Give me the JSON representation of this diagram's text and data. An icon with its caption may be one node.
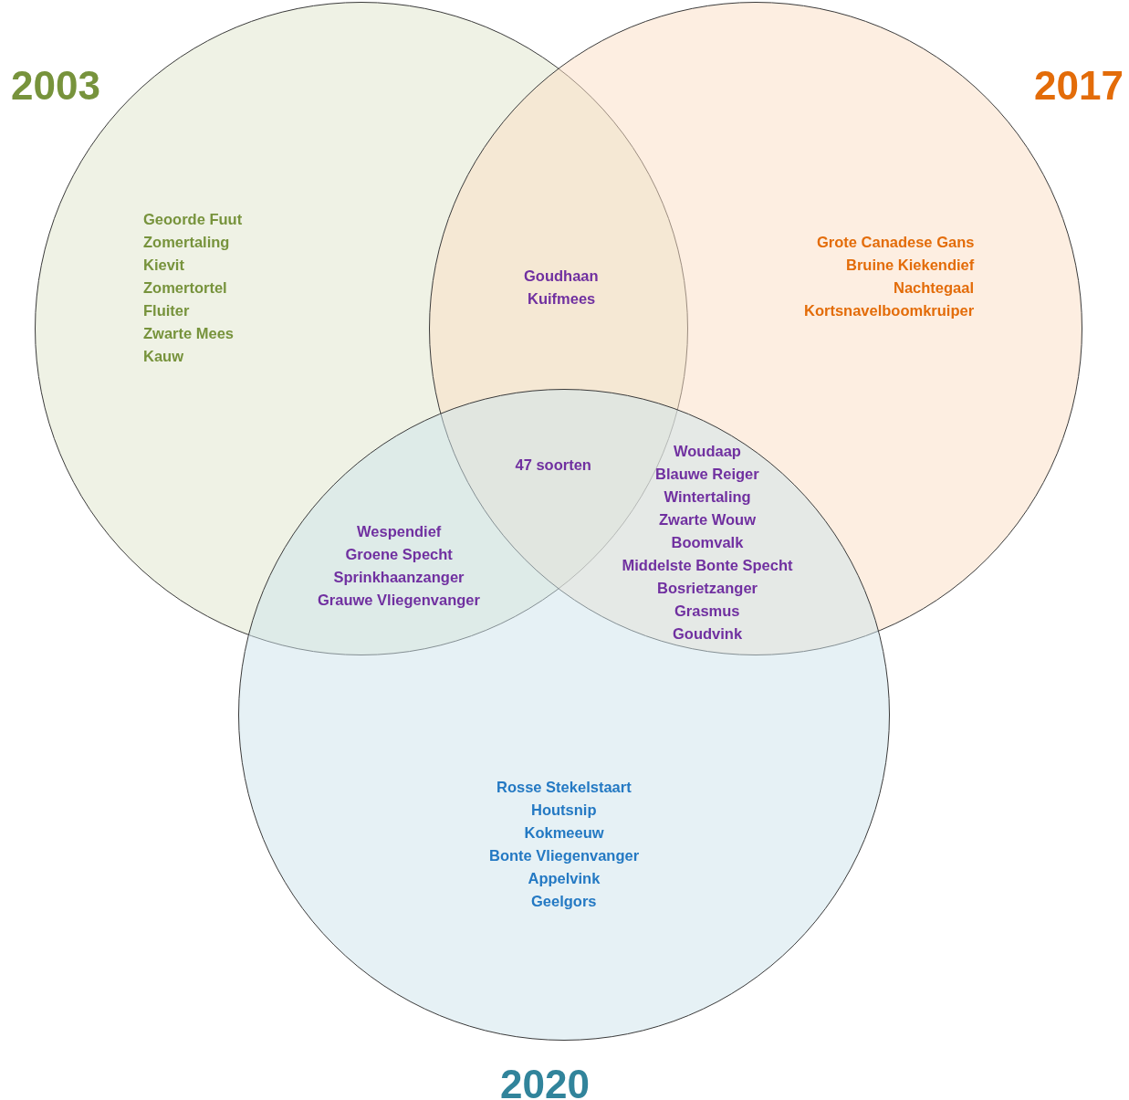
{
  "diagram": {
    "nodes": [
      {
        "text": [
          "2003",
          "Geoorde Fuut",
          "Zomertaling",
          "Kievit",
          "Zomertortel",
          "Fluiter",
          "Zwarte Mees",
          "Kauw"
        ]
      },
      {
        "text": [
          "2017",
          "Grote Canadese Gans",
          "Bruine Kiekendief",
          "Nachtegaal",
          "Kortsnavelboomkruiper"
        ]
      },
      {
        "text": [
          "2020",
          "Rosse Stekelstaart",
          "Houtsnip",
          "Kokmeeuw",
          "Bonte Vliegenvanger",
          "Appelvink",
          "Geelgors"
        ]
      }
    ],
    "labels": [
      "Goudhaan",
      "Kuifmees",
      "47 soorten",
      "Woudaap",
      "Blauwe Reiger",
      "Wintertaling",
      "Zwarte Wouw",
      "Boomvalk",
      "Middelste Bonte Specht",
      "Bosrietzanger",
      "Grasmus",
      "Goudvink",
      "Wespendief",
      "Groene Specht",
      "Sprinkhaanzanger",
      "Grauwe Vliegenvanger"
    ]
  }
}
